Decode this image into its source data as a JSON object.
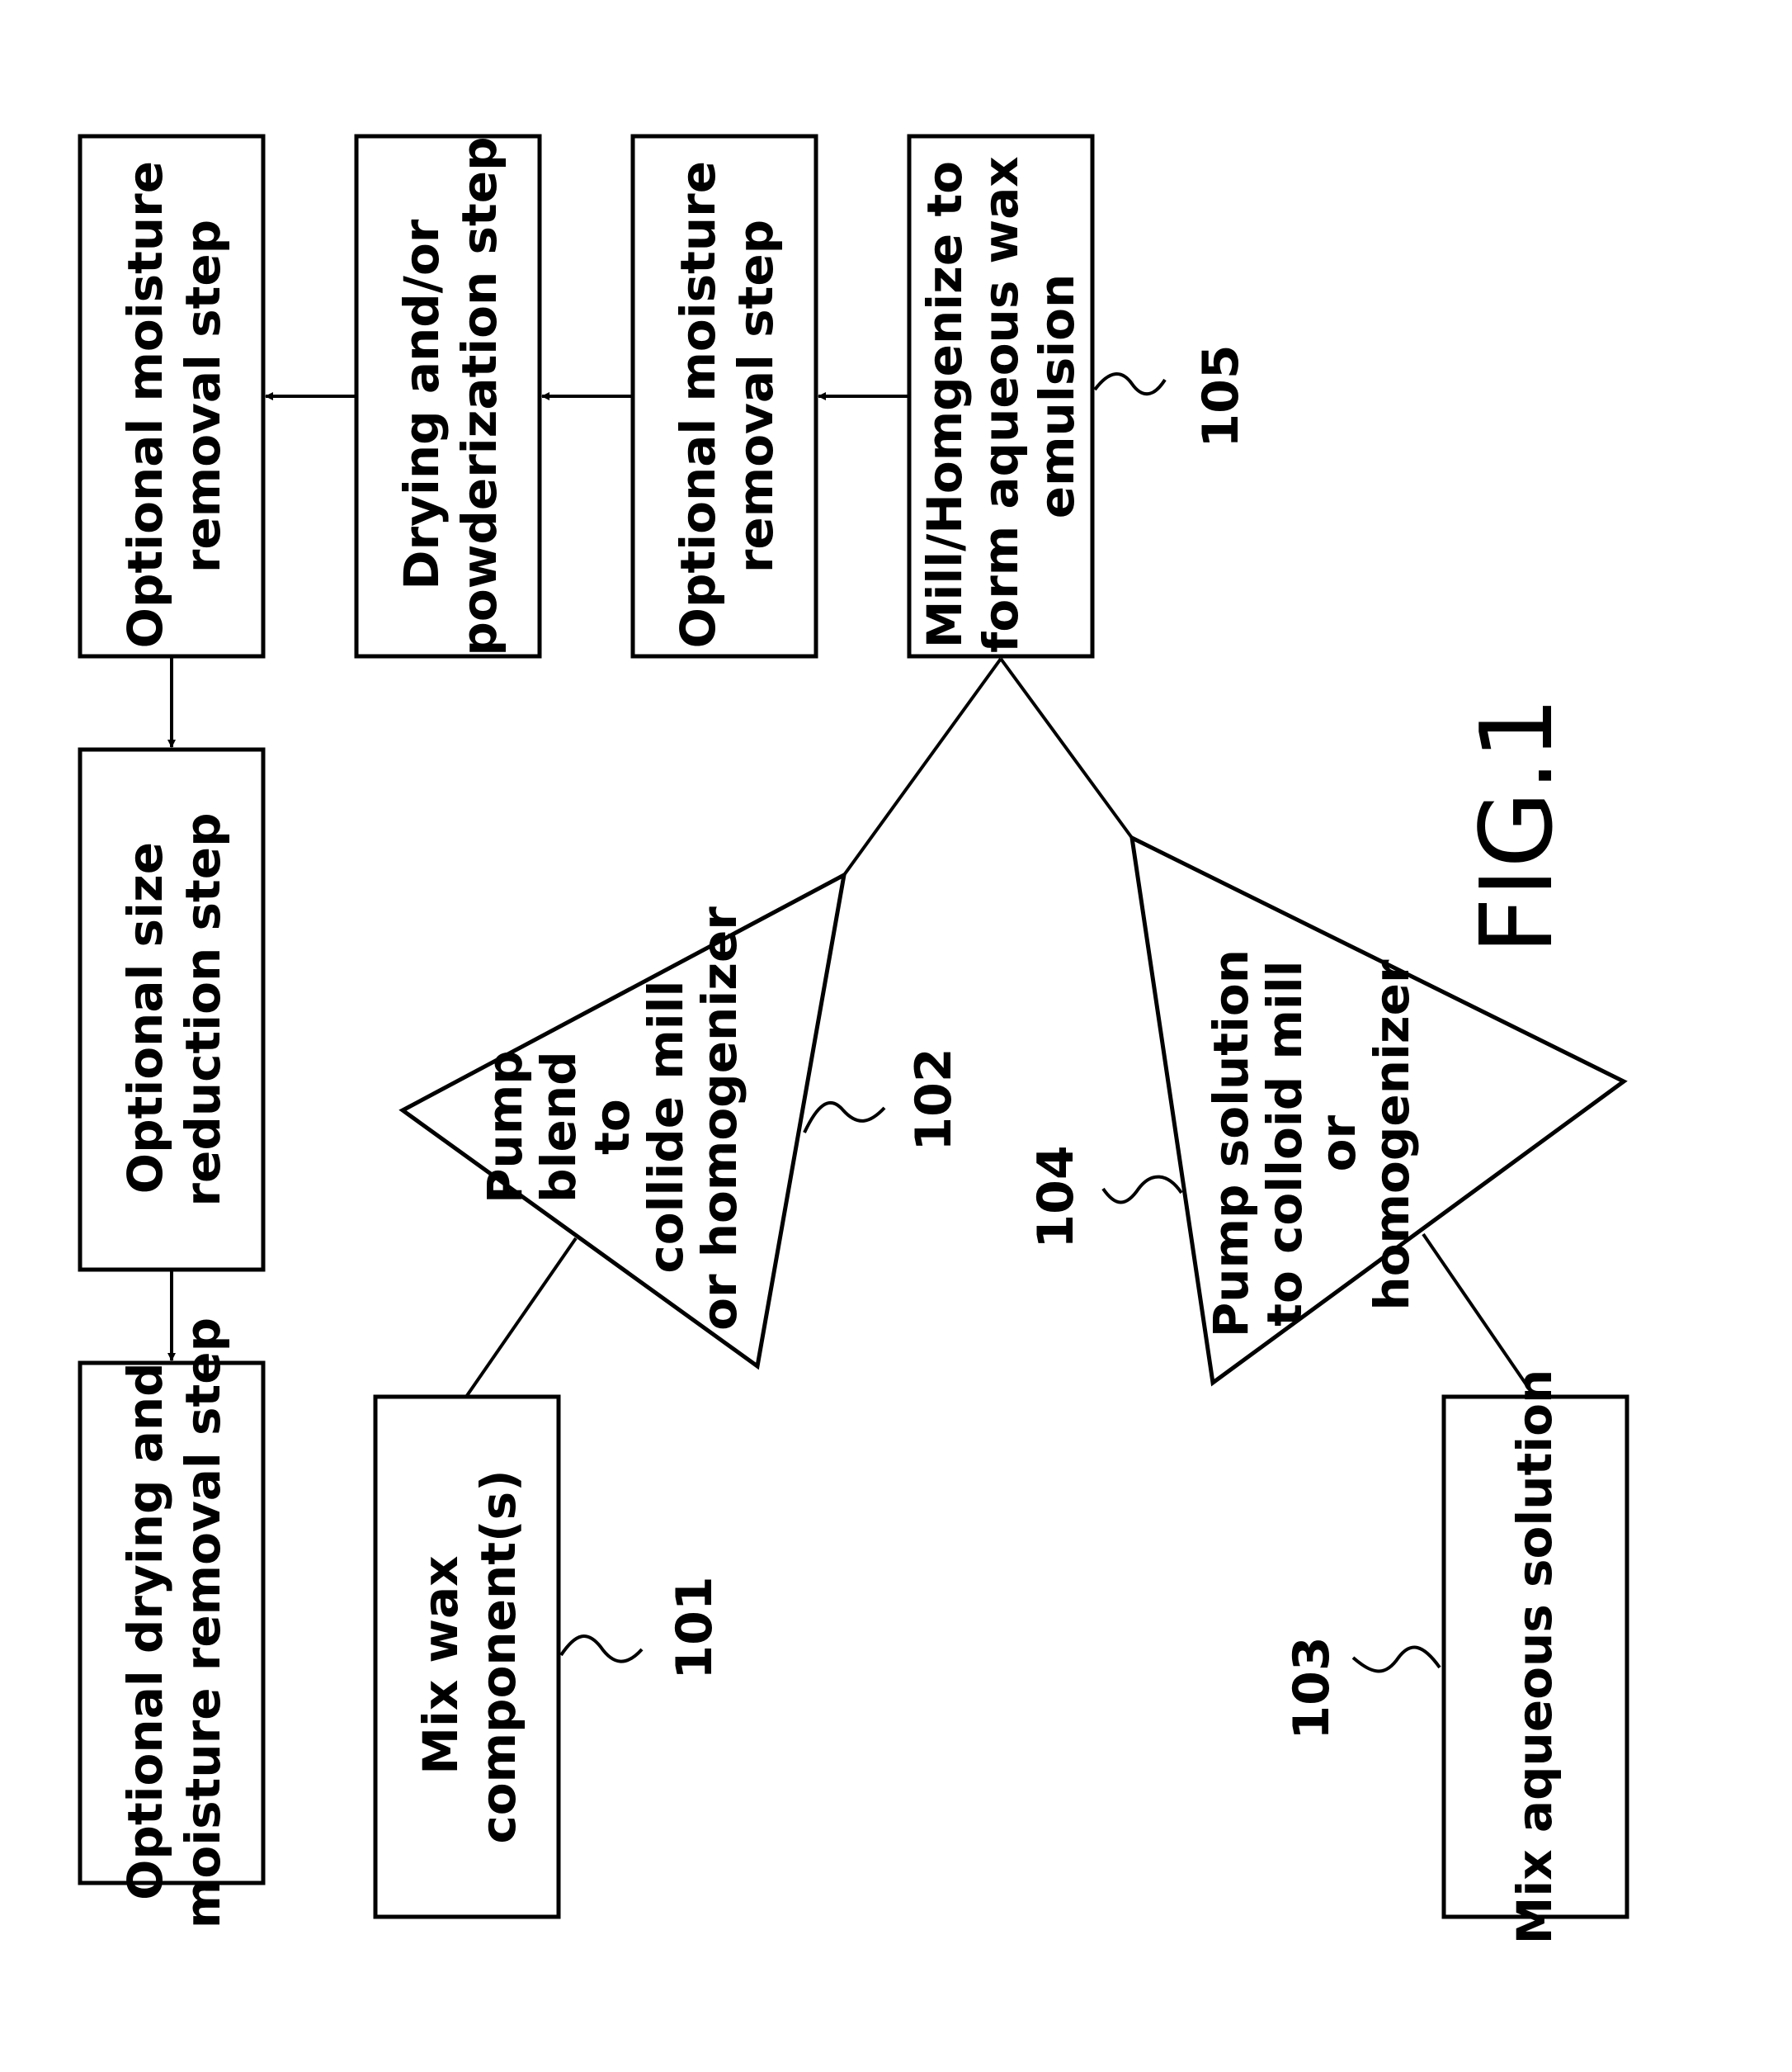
{
  "figure": {
    "title": "FIG.1"
  },
  "steps": {
    "mix_wax": {
      "ref": "101",
      "lines": [
        "Mix wax",
        "component(s)"
      ]
    },
    "pump_blend": {
      "ref": "102",
      "lines": [
        "Pump",
        "blend",
        "to",
        "collide mill",
        "or homogenizer"
      ]
    },
    "mix_aqueous": {
      "ref": "103",
      "lines": [
        "Mix aqueous solution"
      ]
    },
    "pump_solution": {
      "ref": "104",
      "lines": [
        "Pump solution",
        "to colloid mill",
        "or",
        "homogenizer"
      ]
    },
    "mill_homogenize": {
      "ref": "105",
      "lines": [
        "Mill/Homgenize to",
        "form aqueous wax",
        "emulsion"
      ]
    },
    "moisture_removal_1": {
      "lines": [
        "Optional moisture",
        "removal step"
      ]
    },
    "drying_powderization": {
      "lines": [
        "Drying and/or",
        "powderization step"
      ]
    },
    "moisture_removal_2": {
      "lines": [
        "Optional moisture",
        "removal step"
      ]
    },
    "size_reduction": {
      "lines": [
        "Optional size",
        "reduction step"
      ]
    },
    "drying_moisture_removal": {
      "lines": [
        "Optional drying and",
        "moisture removal step"
      ]
    }
  }
}
